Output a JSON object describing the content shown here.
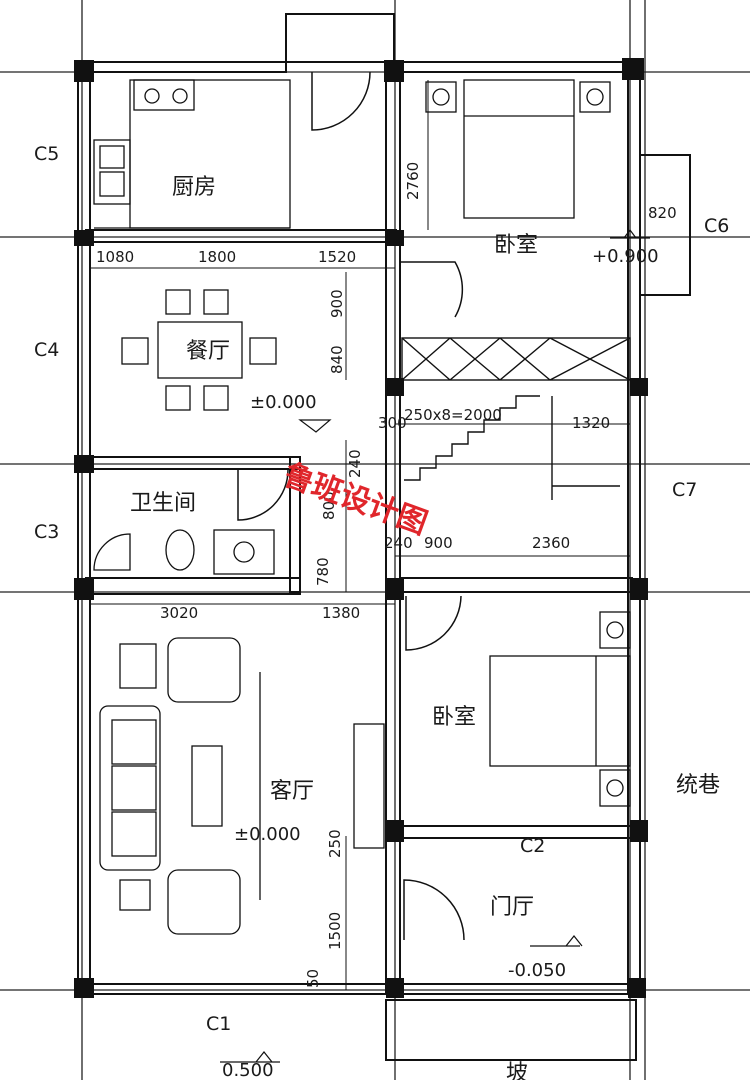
{
  "rooms": {
    "kitchen": "厨房",
    "bedroom_top": "卧室",
    "dining": "餐厅",
    "bathroom": "卫生间",
    "living": "客厅",
    "bedroom_bottom": "卧室",
    "foyer": "门厅"
  },
  "axis_labels": {
    "c1": "C1",
    "c2": "C2",
    "c3": "C3",
    "c4": "C4",
    "c5": "C5",
    "c6": "C6",
    "c7": "C7"
  },
  "dimensions": {
    "d2760": "2760",
    "d820": "820",
    "d1080": "1080",
    "d1800": "1800",
    "d1520": "1520",
    "d900": "900",
    "d840": "840",
    "d300": "300",
    "stair": "250x8=2000",
    "d1320": "1320",
    "d240": "240",
    "d800": "800",
    "d240b": "240",
    "d900b": "900",
    "d2360": "2360",
    "d780": "780",
    "d3020": "3020",
    "d1380": "1380",
    "d250": "250",
    "d1500": "1500",
    "d50": "50"
  },
  "elevations": {
    "bedroom": "+0.900",
    "dining": "±0.000",
    "living": "±0.000",
    "foyer": "-0.050",
    "outside": "0.500"
  },
  "side_labels": {
    "alley": "统巷",
    "bottom_cut": "坡"
  },
  "watermark": "鲁班设计图"
}
